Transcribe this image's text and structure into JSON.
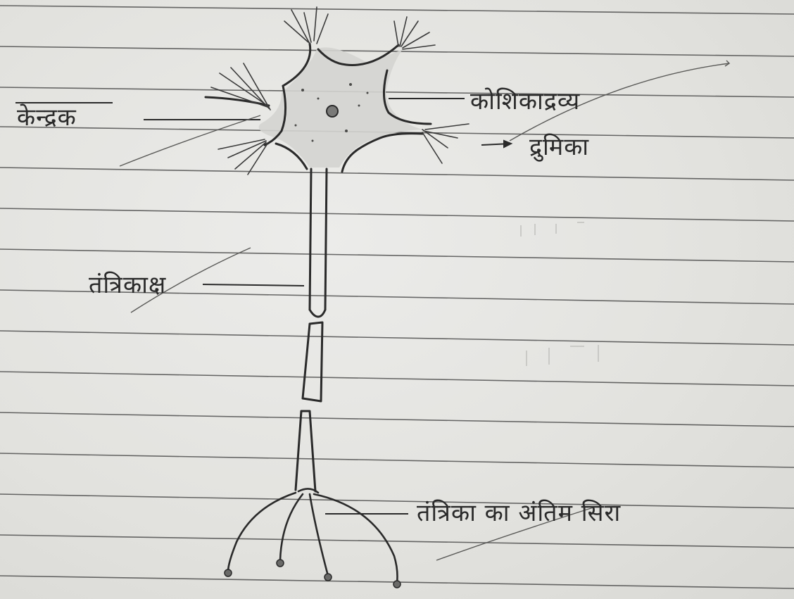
{
  "labels": {
    "nucleolus": "केन्द्रक",
    "cytoplasm": "कोशिकाद्रव्य",
    "dendrite": "द्रुमिका",
    "axon": "तंत्रिकाक्ष",
    "nerve_ending": "तंत्रिका का अंतिम सिरा"
  },
  "colors": {
    "paper": "#e4e4e0",
    "ruled_line": "#3a3a3a",
    "ink": "#2a2a2a"
  }
}
